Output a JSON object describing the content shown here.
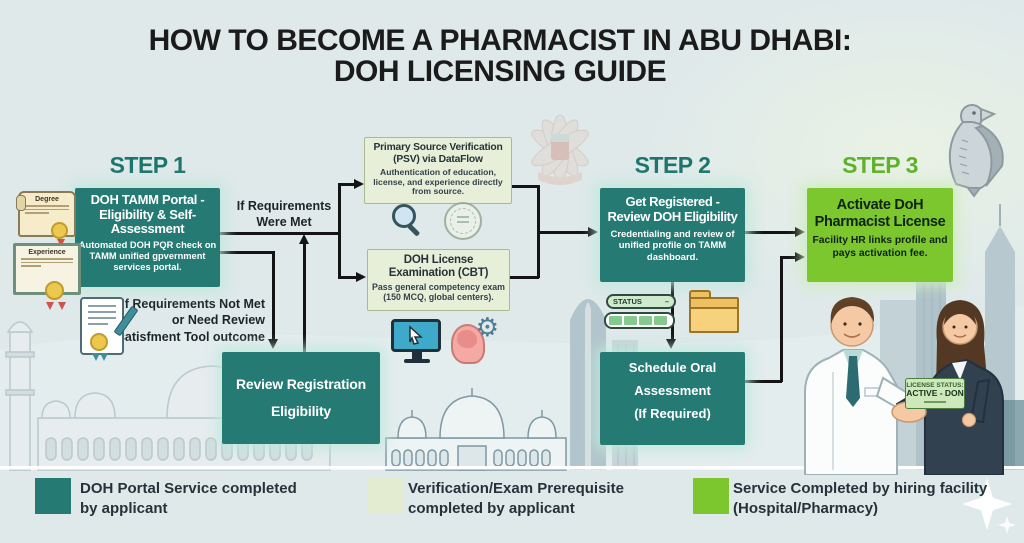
{
  "title": {
    "line1": "HOW TO BECOME A PHARMACIST IN ABU DHABI:",
    "line2": "DOH LICENSING GUIDE"
  },
  "flow": {
    "step1": {
      "header": "STEP 1",
      "box_title": "DOH TAMM Portal - Eligibility & Self-Assessment",
      "box_desc": "Automated DOH PQR check on TAMM unified gpvernment services portal."
    },
    "psv": {
      "title": "Primary Source Verification (PSV) via DataFlow",
      "desc": "Authentication of education, license, and experience directly from source."
    },
    "exam": {
      "title": "DOH License Examination (CBT)",
      "desc": "Pass general competency exam (150 MCQ, global centers)."
    },
    "review": {
      "title": "Review Registration Eligibility"
    },
    "step2": {
      "header": "STEP 2",
      "box_title": "Get Registered - Review DOH Eligibility",
      "box_desc": "Credentialing and review of unified profile on TAMM dashboard."
    },
    "schedule": {
      "line1": "Schedule Oral",
      "line2": "Assessment",
      "line3": "(If Required)"
    },
    "step3": {
      "header": "STEP 3",
      "box_title": "Activate DoH Pharmacist License",
      "box_desc": "Facility HR links profile and pays activation fee."
    },
    "met_label": "If Requirements Were Met",
    "not_met": {
      "line1": "If Requirements Not Met",
      "line2": "or Need Review",
      "line3": "satisfment Tool outcome"
    }
  },
  "icons": {
    "degree_label": "Degree",
    "experience_label": "Experience",
    "status_label": "STATUS",
    "names": [
      "degree-certificate-icon",
      "experience-certificate-icon",
      "document-pencil-icon",
      "magnifier-icon",
      "official-seal-icon",
      "monitor-cursor-icon",
      "head-gear-icon",
      "status-badge",
      "progress-bar",
      "folder-icon",
      "uae-emblem-icon",
      "falcon-icon",
      "handshake-illustration",
      "sparkle-icon"
    ]
  },
  "license_card": {
    "line1": "LICENSE STATUS:",
    "line2": "ACTIVE - DON"
  },
  "legend": [
    {
      "swatch_color": "#257a73",
      "label": "DOH Portal Service completed by applicant"
    },
    {
      "swatch_color": "#e3ecd0",
      "label": "Verification/Exam Prerequisite completed by applicant"
    },
    {
      "swatch_color": "#7cc62e",
      "label": "Service Completed by hiring facility (Hospital/Pharmacy)"
    }
  ],
  "colors": {
    "teal": "#257a73",
    "teal_header": "#1c756d",
    "pale_green": "#e7efd8",
    "green": "#7cc62e",
    "green_header": "#5eb22a",
    "background": "#dfe9ea",
    "arrow": "#141414"
  }
}
